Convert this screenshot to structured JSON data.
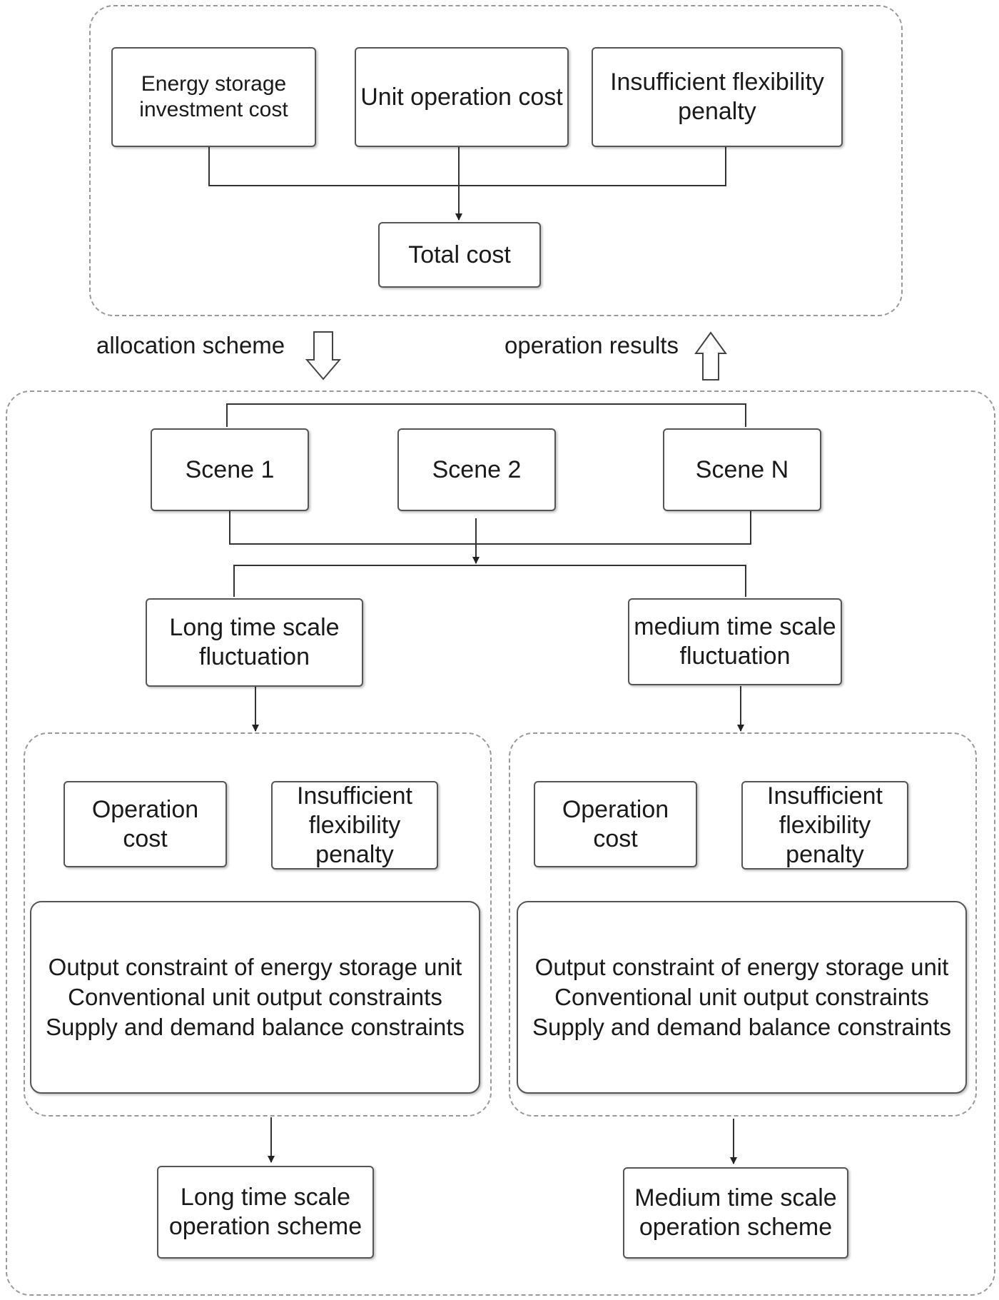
{
  "top": {
    "energy_storage_investment_cost": "Energy storage investment cost",
    "unit_operation_cost": "Unit operation cost",
    "insufficient_flexibility_penalty": "Insufficient flexibility penalty",
    "total_cost": "Total cost"
  },
  "flow": {
    "allocation_scheme": "allocation scheme",
    "operation_results": "operation results"
  },
  "scenes": {
    "scene_1": "Scene 1",
    "scene_2": "Scene 2",
    "scene_n": "Scene N"
  },
  "fluctuation": {
    "long": "Long time scale fluctuation",
    "medium": "medium time scale fluctuation"
  },
  "left_model": {
    "operation_cost": "Operation cost",
    "penalty": "Insufficient flexibility penalty",
    "constraints": [
      "Output constraint of energy storage unit",
      "Conventional unit output constraints",
      "Supply and demand balance constraints"
    ]
  },
  "right_model": {
    "operation_cost": "Operation cost",
    "penalty": "Insufficient flexibility penalty",
    "constraints": [
      "Output constraint of energy storage unit",
      "Conventional unit output constraints",
      "Supply and demand balance constraints"
    ]
  },
  "results": {
    "long_scheme": "Long time scale operation scheme",
    "medium_scheme": "Medium time scale operation scheme"
  }
}
